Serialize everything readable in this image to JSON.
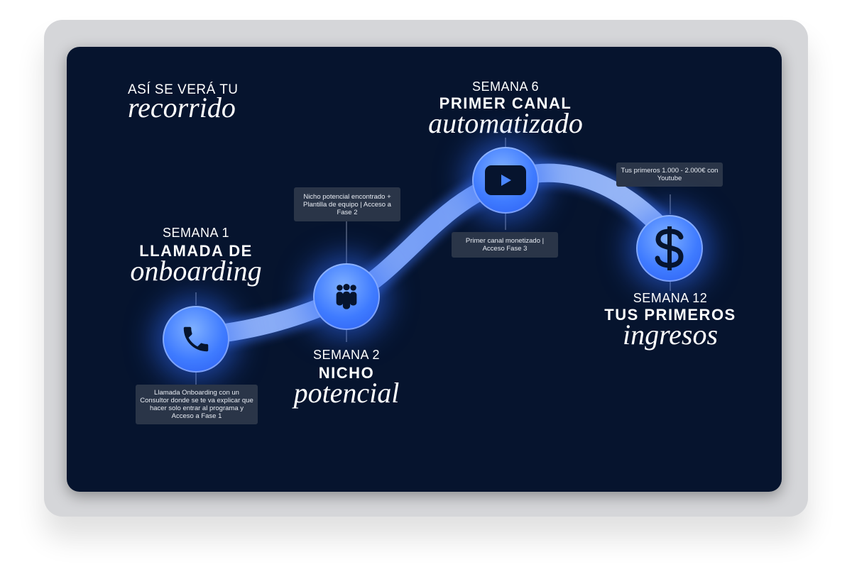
{
  "header": {
    "line1": "ASÍ SE VERÁ TU",
    "line2": "recorrido"
  },
  "milestones": [
    {
      "week": "SEMANA 1",
      "title": "LLAMADA DE",
      "subtitle": "onboarding",
      "icon": "phone-icon",
      "note": "Llamada Onboarding con un Consultor donde se te va explicar que hacer solo entrar al programa y Acceso a Fase 1"
    },
    {
      "week": "SEMANA 2",
      "title": "NICHO",
      "subtitle": "potencial",
      "icon": "team-icon",
      "note": "Nicho potencial encontrado + Plantilla de equipo | Acceso a Fase 2"
    },
    {
      "week": "SEMANA 6",
      "title": "PRIMER CANAL",
      "subtitle": "automatizado",
      "icon": "youtube-play-icon",
      "note": "Primer canal monetizado | Acceso Fase 3"
    },
    {
      "week": "SEMANA 12",
      "title": "TUS PRIMEROS",
      "subtitle": "ingresos",
      "icon": "dollar-icon",
      "note": "Tus primeros 1.000 - 2.000€ con Youtube"
    }
  ],
  "colors": {
    "background": "#06142e",
    "node": "#3f7bff",
    "path": "#8fb4ff",
    "note_box": "#2a3548",
    "frame": "#d5d6d9"
  }
}
